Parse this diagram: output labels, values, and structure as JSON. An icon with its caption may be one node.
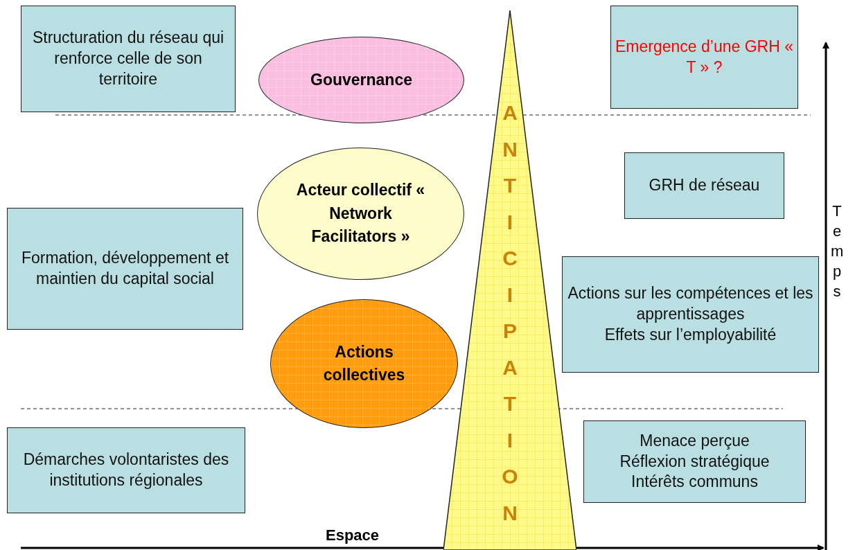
{
  "diagram": {
    "nodes": [
      {
        "text": [
          "Structuration du réseau qui renforce celle de son territoire"
        ]
      },
      {
        "text": [
          "Gouvernance"
        ]
      },
      {
        "text": [
          "ANTICIPATION"
        ]
      },
      {
        "text": [
          "Emergence d’une GRH « T » ?"
        ]
      },
      {
        "text": [
          "Acteur collectif « Network Facilitators »"
        ]
      },
      {
        "text": [
          "GRH de réseau"
        ]
      },
      {
        "text": [
          "Formation, développement et maintien du capital social"
        ]
      },
      {
        "text": [
          "Actions sur les compétences et les apprentissages",
          "Effets sur l’employabilité"
        ]
      },
      {
        "text": [
          "Actions collectives"
        ]
      },
      {
        "text": [
          "Démarches volontaristes des institutions régionales"
        ]
      },
      {
        "text": [
          "Menace perçue",
          "Réflexion stratégique",
          "Intérêts communs"
        ]
      }
    ],
    "edges": [],
    "labels": [
      "Espace",
      "Temps"
    ]
  }
}
